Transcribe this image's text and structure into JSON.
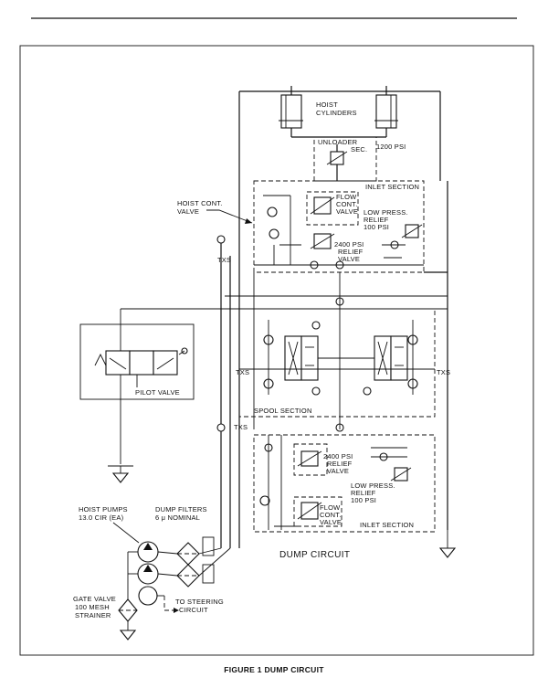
{
  "header": {
    "rule": true
  },
  "labels": {
    "hoist_cylinders_1": "HOIST",
    "hoist_cylinders_2": "CYLINDERS",
    "unloader_1": "UNLOADER",
    "unloader_2": "SEC.",
    "unloader_psi": "1200 PSI",
    "inlet_section_top": "INLET SECTION",
    "hoist_cont_valve_1": "HOIST CONT.",
    "hoist_cont_valve_2": "VALVE",
    "flow_cont_top_1": "FLOW",
    "flow_cont_top_2": "CONT.",
    "flow_cont_top_3": "VALVE",
    "low_press_top_1": "LOW PRESS.",
    "low_press_top_2": "RELIEF",
    "low_press_top_3": "100 PSI",
    "relief_2400_top_1": "2400 PSI",
    "relief_2400_top_2": "RELIEF",
    "relief_2400_top_3": "VALVE",
    "txs_1": "TXS",
    "txs_2": "TXS",
    "txs_3": "TXS",
    "txs_4": "TXS",
    "pilot_valve": "PILOT VALVE",
    "spool_section": "SPOOL SECTION",
    "relief_2400_bot_1": "2400 PSI",
    "relief_2400_bot_2": "RELIEF",
    "relief_2400_bot_3": "VALVE",
    "low_press_bot_1": "LOW PRESS.",
    "low_press_bot_2": "RELIEF",
    "low_press_bot_3": "100 PSI",
    "flow_cont_bot_1": "FLOW",
    "flow_cont_bot_2": "CONT.",
    "flow_cont_bot_3": "VALVE",
    "inlet_section_bot": "INLET SECTION",
    "hoist_pumps_1": "HOIST PUMPS",
    "hoist_pumps_2": "13.0 CIR (EA)",
    "dump_filters_1": "DUMP FILTERS",
    "dump_filters_2": "6 μ  NOMINAL",
    "dump_circuit": "DUMP CIRCUIT",
    "to_steering_1": "TO STEERING",
    "to_steering_2": "CIRCUIT",
    "gate_valve_1": "GATE VALVE",
    "gate_valve_2": "100 MESH",
    "gate_valve_3": "STRAINER"
  },
  "caption": "FIGURE 1 DUMP CIRCUIT"
}
